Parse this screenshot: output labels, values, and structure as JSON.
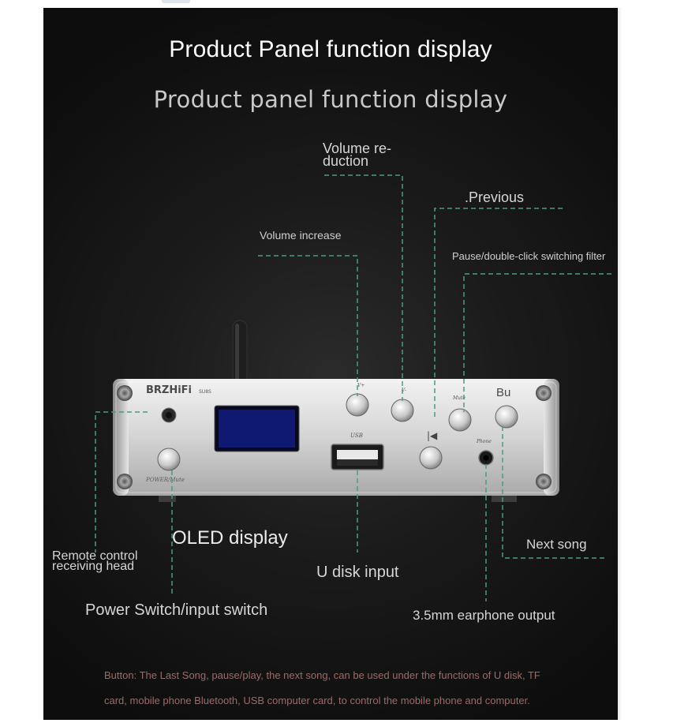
{
  "title_main": "Product Panel function display",
  "title_sub": "Product panel function display",
  "labels": {
    "volume_reduction": [
      "Volume re-",
      "duction"
    ],
    "previous": ".Previous",
    "volume_increase": "Volume increase",
    "pause": "Pause/double-click switching filter",
    "remote": [
      "Remote control",
      "receiving head"
    ],
    "oled": "OLED display",
    "u_disk": "U disk input",
    "next_song": "Next song",
    "power_switch": "Power Switch/input switch",
    "earphone": "3.5mm earphone output"
  },
  "device": {
    "brand": "BRZHiFi",
    "model": "SU8S",
    "vol_plus": "V+",
    "vol_minus": "V-",
    "mute": "Mute",
    "bu": "Bu",
    "usb": "USB",
    "phone": "Phone",
    "power_mute": "POWER/Mute"
  },
  "caption": [
    "Button: The Last Song, pause/play, the next song, can be used under the functions of U disk, TF",
    "card, mobile phone Bluetooth, USB computer card, to control the mobile phone and computer."
  ],
  "colors": {
    "leader_line": "#4a9b82",
    "caption_text": "#a06868"
  }
}
